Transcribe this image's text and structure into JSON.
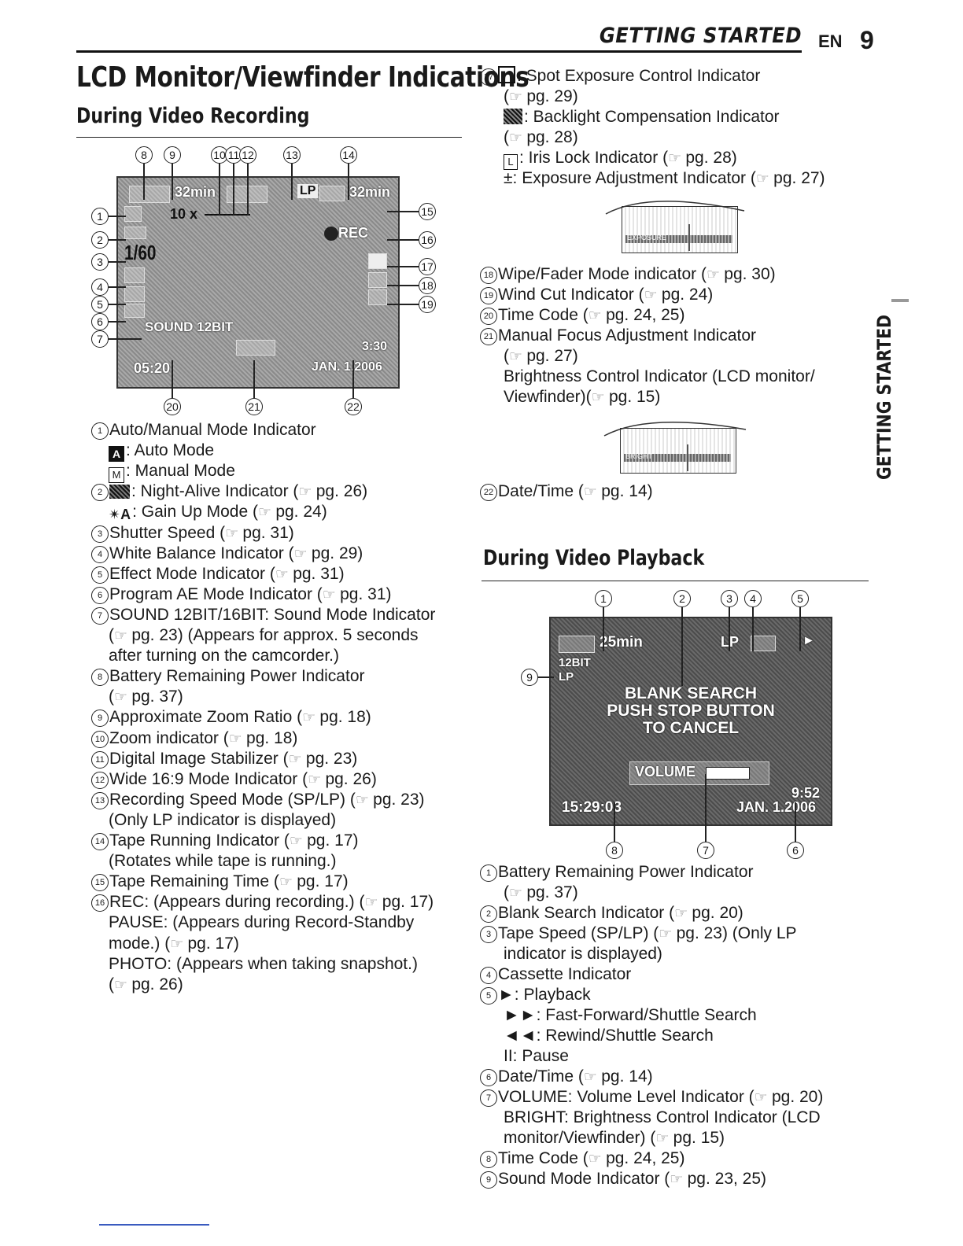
{
  "header": {
    "section": "GETTING STARTED",
    "lang": "EN",
    "page_number": "9",
    "side_tab": "GETTING STARTED"
  },
  "main_title": "LCD Monitor/Viewfinder Indications",
  "recording": {
    "title": "During Video Recording",
    "osd": {
      "zoom": "10 x",
      "shutter": "1/60",
      "time_remaining": "32min",
      "sound": "SOUND 12BIT",
      "timecode": "05:20",
      "rec": "REC",
      "lp": "LP",
      "time": "3:30",
      "date": "JAN. 1.2006"
    },
    "items": [
      {
        "n": "1",
        "text": "Auto/Manual Mode Indicator"
      },
      {
        "n": "",
        "text": ": Auto Mode",
        "icon": "A"
      },
      {
        "n": "",
        "text": ": Manual Mode",
        "icon": "M"
      },
      {
        "n": "2",
        "text": ": Night-Alive Indicator (",
        "ref": "pg. 26)",
        "icon": "night"
      },
      {
        "n": "",
        "text": ": Gain Up Mode (",
        "ref": "pg. 24)",
        "icon": "gain"
      },
      {
        "n": "3",
        "text": "Shutter Speed (",
        "ref": "pg. 31)"
      },
      {
        "n": "4",
        "text": "White Balance Indicator (",
        "ref": "pg. 29)"
      },
      {
        "n": "5",
        "text": "Effect Mode Indicator (",
        "ref": "pg. 31)"
      },
      {
        "n": "6",
        "text": "Program AE Mode Indicator (",
        "ref": "pg. 31)"
      },
      {
        "n": "7",
        "text": "SOUND 12BIT/16BIT: Sound Mode Indicator"
      },
      {
        "n": "",
        "text": "(",
        "ref": "pg. 23) (Appears for approx. 5 seconds"
      },
      {
        "n": "",
        "text": "after turning on the camcorder.)"
      },
      {
        "n": "8",
        "text": "Battery Remaining Power Indicator"
      },
      {
        "n": "",
        "text": "(",
        "ref": "pg. 37)"
      },
      {
        "n": "9",
        "text": "Approximate Zoom Ratio (",
        "ref": "pg. 18)"
      },
      {
        "n": "10",
        "text": "Zoom indicator (",
        "ref": "pg. 18)"
      },
      {
        "n": "11",
        "text": "Digital Image Stabilizer (",
        "ref": "pg. 23)"
      },
      {
        "n": "12",
        "text": "Wide 16:9 Mode Indicator (",
        "ref": "pg. 26)"
      },
      {
        "n": "13",
        "text": "Recording Speed Mode (SP/LP) (",
        "ref": "pg. 23)"
      },
      {
        "n": "",
        "text": "(Only LP indicator is displayed)"
      },
      {
        "n": "14",
        "text": "Tape Running Indicator (",
        "ref": "pg. 17)"
      },
      {
        "n": "",
        "text": "(Rotates while tape is running.)"
      },
      {
        "n": "15",
        "text": "Tape Remaining Time (",
        "ref": "pg. 17)"
      },
      {
        "n": "16",
        "text": "REC: (Appears during recording.) (",
        "ref": "pg. 17)"
      },
      {
        "n": "",
        "text": "PAUSE: (Appears during Record-Standby"
      },
      {
        "n": "",
        "text": "mode.) (",
        "ref": "pg. 17)"
      },
      {
        "n": "",
        "text": "PHOTO: (Appears when taking snapshot.)"
      },
      {
        "n": "",
        "text": "(",
        "ref": "pg. 26)"
      }
    ]
  },
  "right_items": [
    {
      "n": "17",
      "text": ": Spot Exposure Control Indicator",
      "icon": "spot"
    },
    {
      "n": "",
      "text": "(",
      "ref": "pg. 29)"
    },
    {
      "n": "",
      "text": ": Backlight Compensation Indicator",
      "icon": "backlight"
    },
    {
      "n": "",
      "text": "(",
      "ref": "pg. 28)"
    },
    {
      "n": "",
      "text": ": Iris Lock Indicator (",
      "ref": "pg. 28)",
      "icon": "L"
    },
    {
      "n": "",
      "text": "±: Exposure Adjustment Indicator (",
      "ref": "pg. 27)"
    }
  ],
  "right_items_2": [
    {
      "n": "18",
      "text": "Wipe/Fader Mode indicator (",
      "ref": "pg. 30)"
    },
    {
      "n": "19",
      "text": "Wind Cut Indicator (",
      "ref": "pg. 24)"
    },
    {
      "n": "20",
      "text": "Time Code (",
      "ref": "pg. 24, 25)"
    },
    {
      "n": "21",
      "text": "Manual Focus Adjustment Indicator"
    },
    {
      "n": "",
      "text": "(",
      "ref": "pg. 27)"
    },
    {
      "n": "",
      "text": "Brightness Control Indicator (LCD monitor/"
    },
    {
      "n": "",
      "text": "Viewfinder)(",
      "ref": "pg. 15)"
    }
  ],
  "right_items_3": [
    {
      "n": "22",
      "text": "Date/Time (",
      "ref": "pg. 14)"
    }
  ],
  "playback": {
    "title": "During Video Playback",
    "osd": {
      "time_remaining": "25min",
      "sound_bit": "12BIT",
      "sound_lp": "LP",
      "lp": "LP",
      "blank1": "BLANK SEARCH",
      "blank2": "PUSH STOP BUTTON",
      "blank3": "TO CANCEL",
      "volume": "VOLUME",
      "timecode": "15:29:03",
      "time": "9:52",
      "date": "JAN. 1.2006"
    },
    "items": [
      {
        "n": "1",
        "text": "Battery Remaining Power Indicator"
      },
      {
        "n": "",
        "text": "(",
        "ref": "pg. 37)"
      },
      {
        "n": "2",
        "text": "Blank Search Indicator (",
        "ref": "pg. 20)"
      },
      {
        "n": "3",
        "text": "Tape Speed (SP/LP) (",
        "ref": "pg. 23) (Only LP"
      },
      {
        "n": "",
        "text": "indicator is displayed)"
      },
      {
        "n": "4",
        "text": "Cassette Indicator"
      },
      {
        "n": "5",
        "text": "►: Playback"
      },
      {
        "n": "",
        "text": "►►: Fast-Forward/Shuttle Search"
      },
      {
        "n": "",
        "text": "◄◄: Rewind/Shuttle Search"
      },
      {
        "n": "",
        "text": "II: Pause"
      },
      {
        "n": "6",
        "text": "Date/Time (",
        "ref": "pg. 14)"
      },
      {
        "n": "7",
        "text": "VOLUME: Volume Level Indicator (",
        "ref": "pg. 20)"
      },
      {
        "n": "",
        "text": "BRIGHT: Brightness Control Indicator (LCD"
      },
      {
        "n": "",
        "text": "monitor/Viewfinder) (",
        "ref": "pg. 15)"
      },
      {
        "n": "8",
        "text": "Time Code (",
        "ref": "pg. 24, 25)"
      },
      {
        "n": "9",
        "text": "Sound Mode Indicator (",
        "ref": "pg. 23, 25)"
      }
    ]
  },
  "graph_labels": {
    "exposure": "EXPOSURE",
    "bright": "BRIGHT"
  },
  "callouts_rec_top": [
    "8",
    "9",
    "10",
    "11",
    "12",
    "13",
    "14"
  ],
  "callouts_rec_left": [
    "1",
    "2",
    "3",
    "4",
    "5",
    "6",
    "7"
  ],
  "callouts_rec_right": [
    "15",
    "16",
    "17",
    "18",
    "19"
  ],
  "callouts_rec_bottom": [
    "20",
    "21",
    "22"
  ],
  "callouts_pb_top": [
    "1",
    "2",
    "3",
    "4",
    "5"
  ],
  "callouts_pb_bottom": [
    "8",
    "7",
    "6"
  ],
  "callouts_pb_left": [
    "9"
  ]
}
